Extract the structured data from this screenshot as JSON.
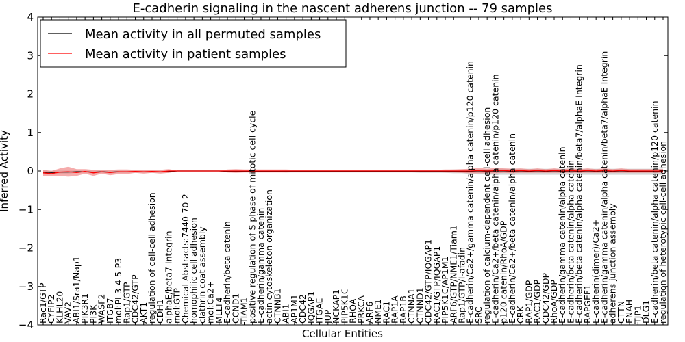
{
  "chart_data": {
    "type": "line",
    "title": "E-cadherin signaling in the nascent adherens junction -- 79 samples",
    "xlabel": "Cellular Entities",
    "ylabel": "Inferred Activity",
    "ylim": [
      -4,
      4
    ],
    "yticks": [
      -4,
      -3,
      -2,
      -1,
      0,
      1,
      2,
      3,
      4
    ],
    "grid": false,
    "legend_position": "top-left",
    "categories": [
      "Rac1/GTP",
      "CYFIP2",
      "KLHL20",
      "VAV2",
      "ABI1/Sra1/Nap1",
      "PIK3R1",
      "PI3K",
      "WASF2",
      "ITGB7",
      "mol:PI-3-4-5-P3",
      "Rap1/GTP",
      "CDC42/GTP",
      "AKT1",
      "regulation of cell-cell adhesion",
      "CDH1",
      "alphaE/beta7 Integrin",
      "mol:GTP",
      "Chemical Abstracts:7440-70-2",
      "homophilic cell adhesion",
      "clathrin coat assembly",
      "mol:Ca2+",
      "MLLT4",
      "E-cadherin/beta catenin",
      "CCND1",
      "TIAM1",
      "positive regulation of S phase of mitotic cell cycle",
      "E-cadherin/gamma catenin",
      "actin cytoskeleton organization",
      "CTNNB1",
      "ABI1",
      "AP1M1",
      "CDC42",
      "IQGAP1",
      "ITGAE",
      "JUP",
      "NCKAP1",
      "PIP5K1C",
      "RHOA",
      "PRKCA",
      "ARF6",
      "NME1",
      "RAC1",
      "RAP1A",
      "RAP1B",
      "CTNNA1",
      "CTNND1",
      "CDC42/GTP/IQGAP1",
      "RAC1/GTP/IQGAP1",
      "PIP5K1C/AP1M1",
      "ARF6/GTP/NME1/Tiam1",
      "Rap1/GTP/I-afadin",
      "E-cadherin/Ca2+/gamma catenin/alpha catenin/p120 catenin",
      "SRC",
      "regulation of calcium-dependent cell-cell adhesion",
      "E-cadherin/Ca2+/beta catenin/alpha catenin/p120 catenin",
      "p120 catenin/RhoA/GDP",
      "E-cadherin/Ca2+/beta catenin/alpha catenin",
      "CRK",
      "RAP1/GDP",
      "RAC1/GDP",
      "CDC42/GDP",
      "RhoA/GDP",
      "E-cadherin/gamma catenin/alpha catenin",
      "E-cadherin/beta catenin/alpha catenin",
      "E-cadherin/beta catenin/alpha catenin/beta7/alphaE Integrin",
      "RAPGEF1",
      "E-cadherin(dimer)/Ca2+",
      "E-cadherin/gamma catenin/alpha catenin/beta7/alphaE Integrin",
      "adherens junction assembly",
      "CTTN",
      "ENAH",
      "TJP1",
      "DLG1",
      "E-cadherin/beta catenin/alpha catenin/p120 catenin",
      "regulation of heterotypic cell-cell adhesion"
    ],
    "series": [
      {
        "name": "Mean activity in all permuted samples",
        "color": "#000000",
        "values": [
          -0.03,
          -0.04,
          -0.03,
          -0.03,
          -0.02,
          -0.02,
          -0.03,
          -0.02,
          -0.03,
          -0.02,
          -0.02,
          -0.02,
          -0.02,
          -0.02,
          -0.02,
          -0.02,
          0,
          0,
          0,
          0,
          0,
          0,
          -0.01,
          -0.01,
          -0.01,
          -0.01,
          -0.01,
          -0.01,
          -0.01,
          -0.01,
          -0.01,
          -0.01,
          -0.01,
          -0.01,
          -0.01,
          -0.01,
          -0.01,
          -0.01,
          -0.01,
          -0.01,
          -0.01,
          -0.01,
          -0.01,
          -0.01,
          -0.01,
          -0.01,
          -0.01,
          -0.01,
          -0.01,
          -0.01,
          -0.01,
          -0.02,
          -0.02,
          -0.02,
          -0.02,
          -0.02,
          -0.02,
          -0.02,
          -0.02,
          -0.02,
          -0.02,
          -0.02,
          -0.02,
          -0.02,
          -0.02,
          -0.02,
          -0.02,
          -0.02,
          -0.02,
          -0.02,
          -0.02,
          -0.02,
          -0.02,
          -0.02,
          -0.02
        ],
        "band": [
          0.04,
          0.05,
          0.04,
          0.04,
          0.03,
          0.03,
          0.04,
          0.03,
          0.04,
          0.03,
          0.03,
          0.03,
          0.03,
          0.03,
          0.03,
          0.03,
          0.01,
          0.01,
          0.01,
          0.01,
          0.01,
          0.01,
          0.02,
          0.02,
          0.02,
          0.02,
          0.02,
          0.02,
          0.02,
          0.03,
          0.03,
          0.03,
          0.03,
          0.03,
          0.03,
          0.03,
          0.03,
          0.03,
          0.03,
          0.03,
          0.03,
          0.03,
          0.03,
          0.03,
          0.03,
          0.04,
          0.04,
          0.04,
          0.04,
          0.05,
          0.05,
          0.06,
          0.07,
          0.07,
          0.08,
          0.08,
          0.08,
          0.08,
          0.08,
          0.08,
          0.08,
          0.08,
          0.08,
          0.08,
          0.08,
          0.08,
          0.08,
          0.08,
          0.08,
          0.08,
          0.08,
          0.08,
          0.08,
          0.08,
          0.08
        ]
      },
      {
        "name": "Mean activity in patient samples",
        "color": "#ff0000",
        "values": [
          -0.05,
          -0.07,
          -0.03,
          -0.02,
          -0.04,
          -0.01,
          -0.05,
          -0.02,
          -0.04,
          -0.02,
          -0.02,
          -0.01,
          -0.02,
          -0.01,
          -0.02,
          0.0,
          0,
          0,
          0,
          0,
          0,
          0,
          0.0,
          0.0,
          0.0,
          0.0,
          0.0,
          0.0,
          0.0,
          0.0,
          0.0,
          0.0,
          0.0,
          0.0,
          0.0,
          0.0,
          0.0,
          0.0,
          0.0,
          0.0,
          0.0,
          0.0,
          0.0,
          0.0,
          0.0,
          0.0,
          0.0,
          0.0,
          0.0,
          0.0,
          0.0,
          0.0,
          0.01,
          0.0,
          0.01,
          0.01,
          0.0,
          0.01,
          0.0,
          0.01,
          0.0,
          0.01,
          0.0,
          0.01,
          0.0,
          0.01,
          0.0,
          0.01,
          0.0,
          0.01,
          0.0,
          0.0,
          0.0,
          0.0,
          0.0
        ],
        "band": [
          0.08,
          0.07,
          0.1,
          0.13,
          0.09,
          0.06,
          0.08,
          0.05,
          0.07,
          0.06,
          0.06,
          0.04,
          0.05,
          0.04,
          0.05,
          0.05,
          0.01,
          0.01,
          0.01,
          0.01,
          0.01,
          0.01,
          0.04,
          0.05,
          0.04,
          0.04,
          0.04,
          0.04,
          0.04,
          0.04,
          0.03,
          0.03,
          0.03,
          0.03,
          0.03,
          0.03,
          0.03,
          0.03,
          0.03,
          0.03,
          0.03,
          0.03,
          0.03,
          0.03,
          0.03,
          0.03,
          0.03,
          0.03,
          0.04,
          0.04,
          0.05,
          0.06,
          0.07,
          0.06,
          0.07,
          0.06,
          0.06,
          0.06,
          0.05,
          0.06,
          0.05,
          0.06,
          0.05,
          0.06,
          0.05,
          0.06,
          0.05,
          0.06,
          0.05,
          0.06,
          0.05,
          0.05,
          0.05,
          0.05,
          0.05
        ]
      }
    ],
    "band_colors": [
      "#c8c8c8",
      "#f08080"
    ]
  }
}
